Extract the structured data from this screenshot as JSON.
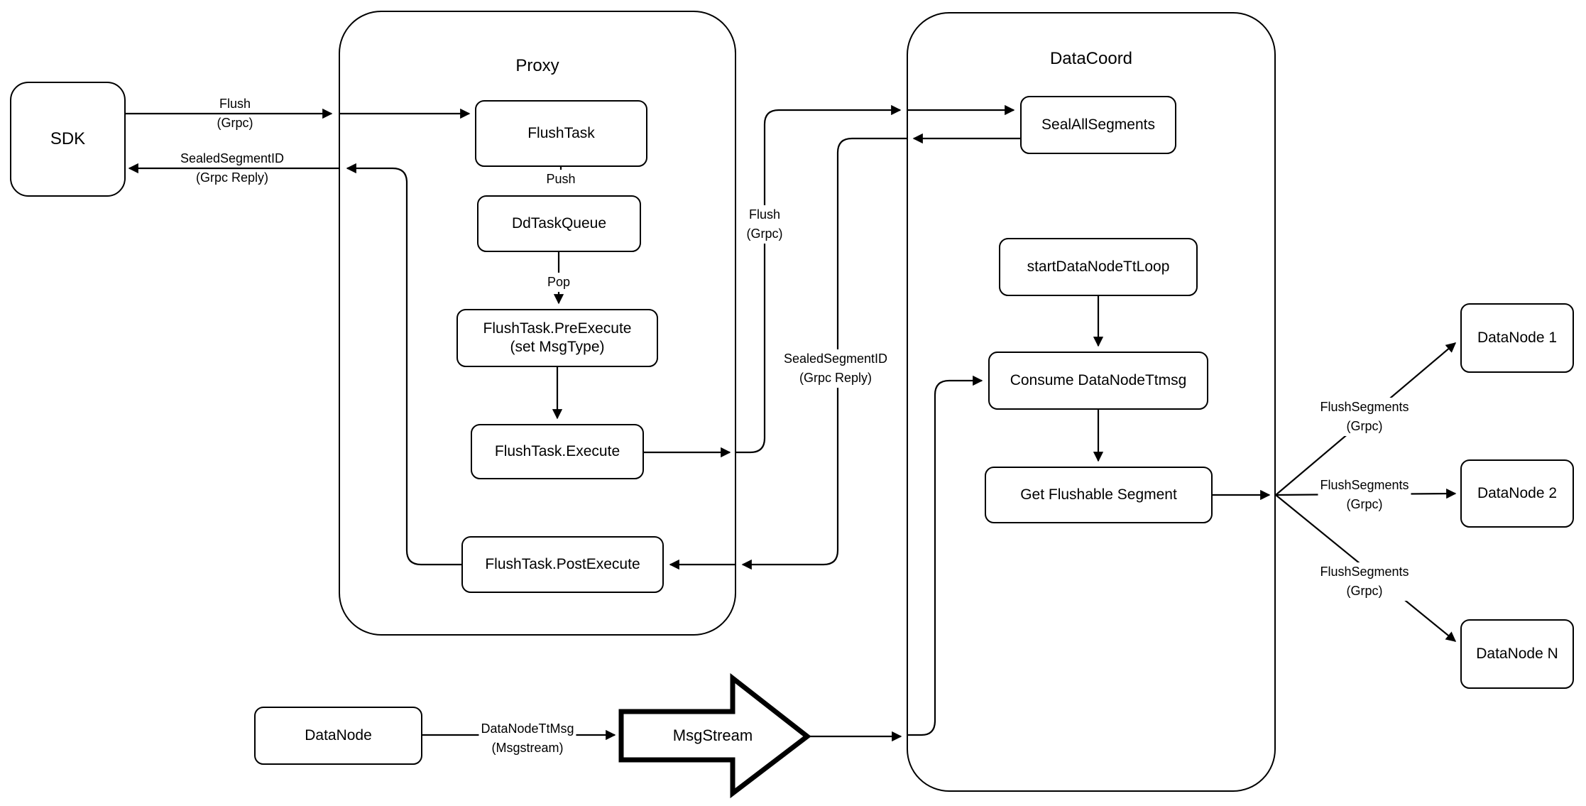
{
  "containers": {
    "proxy": {
      "title": "Proxy"
    },
    "datacoord": {
      "title": "DataCoord"
    }
  },
  "nodes": {
    "sdk": {
      "label": "SDK"
    },
    "flush_task": {
      "label": "FlushTask"
    },
    "dd_task_queue": {
      "label": "DdTaskQueue"
    },
    "pre_execute": {
      "line1": "FlushTask.PreExecute",
      "line2": "(set MsgType)"
    },
    "execute": {
      "label": "FlushTask.Execute"
    },
    "post_execute": {
      "label": "FlushTask.PostExecute"
    },
    "seal_all_segments": {
      "label": "SealAllSegments"
    },
    "start_tt_loop": {
      "label": "startDataNodeTtLoop"
    },
    "consume_ttmsg": {
      "label": "Consume DataNodeTtmsg"
    },
    "get_flushable": {
      "label": "Get Flushable Segment"
    },
    "datanode1": {
      "label": "DataNode 1"
    },
    "datanode2": {
      "label": "DataNode 2"
    },
    "datanoden": {
      "label": "DataNode N"
    },
    "datanode_src": {
      "label": "DataNode"
    },
    "msgstream": {
      "label": "MsgStream"
    }
  },
  "edge_labels": {
    "flush_sdk": {
      "line1": "Flush",
      "line2": "(Grpc)"
    },
    "sealed_sdk": {
      "line1": "SealedSegmentID",
      "line2": "(Grpc Reply)"
    },
    "push": {
      "label": "Push"
    },
    "pop": {
      "label": "Pop"
    },
    "flush_mid": {
      "line1": "Flush",
      "line2": "(Grpc)"
    },
    "sealed_mid": {
      "line1": "SealedSegmentID",
      "line2": "(Grpc Reply)"
    },
    "flush_segments": [
      {
        "line1": "FlushSegments",
        "line2": "(Grpc)"
      },
      {
        "line1": "FlushSegments",
        "line2": "(Grpc)"
      },
      {
        "line1": "FlushSegments",
        "line2": "(Grpc)"
      }
    ],
    "datanode_tt": {
      "line1": "DataNodeTtMsg",
      "line2": "(Msgstream)"
    }
  },
  "colors": {
    "stroke": "#000000",
    "background": "#ffffff"
  }
}
